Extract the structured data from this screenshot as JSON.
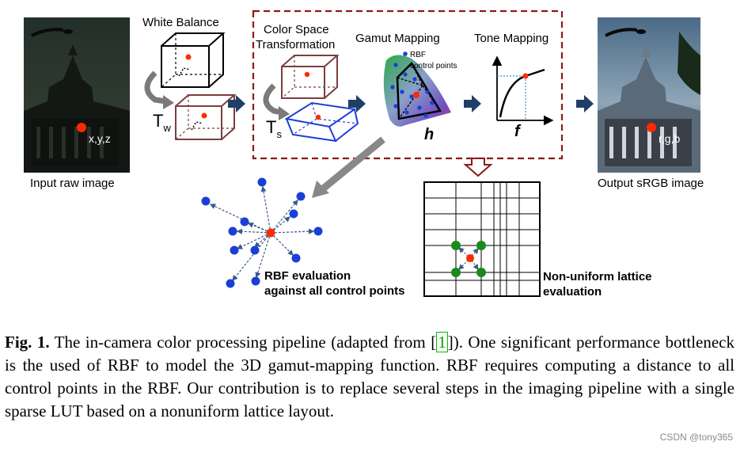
{
  "labels": {
    "white_balance": "White Balance",
    "tw_main": "T",
    "tw_sub": "w",
    "cst_line1": "Color Space",
    "cst_line2": "Transformation",
    "ts_main": "T",
    "ts_sub": "s",
    "gamut_mapping": "Gamut Mapping",
    "rbf_legend_line1": "RBF",
    "rbf_legend_line2": "control points",
    "h": "h",
    "tone_mapping": "Tone Mapping",
    "f": "f",
    "input_coord": "x,y,z",
    "input_caption": "Input raw image",
    "output_coord": "r,g,b",
    "output_caption": "Output sRGB image",
    "rbf_eval_line1": "RBF evaluation",
    "rbf_eval_line2": "against all control points",
    "lattice_line1": "Non-uniform lattice",
    "lattice_line2": "evaluation"
  },
  "caption": {
    "label": "Fig. 1.",
    "part1": " The in-camera color processing pipeline (adapted from [",
    "cite": "1",
    "part2": "]). One significant performance bottleneck is the used of RBF to model the 3D gamut-mapping function. RBF requires computing a distance to all control points in the RBF. Our contribution is to replace several steps in the imaging pipeline with a single sparse LUT based on a nonuniform lattice layout."
  },
  "watermark": "CSDN @tony365",
  "colors": {
    "dashed_box": "#8b1a1a",
    "arrow_blue": "#1f3f66",
    "control_point": "#1a3fd6",
    "query_point": "#ff2a00",
    "lattice_node": "#1a8a1a",
    "cube_brown": "#7a3f3f"
  }
}
